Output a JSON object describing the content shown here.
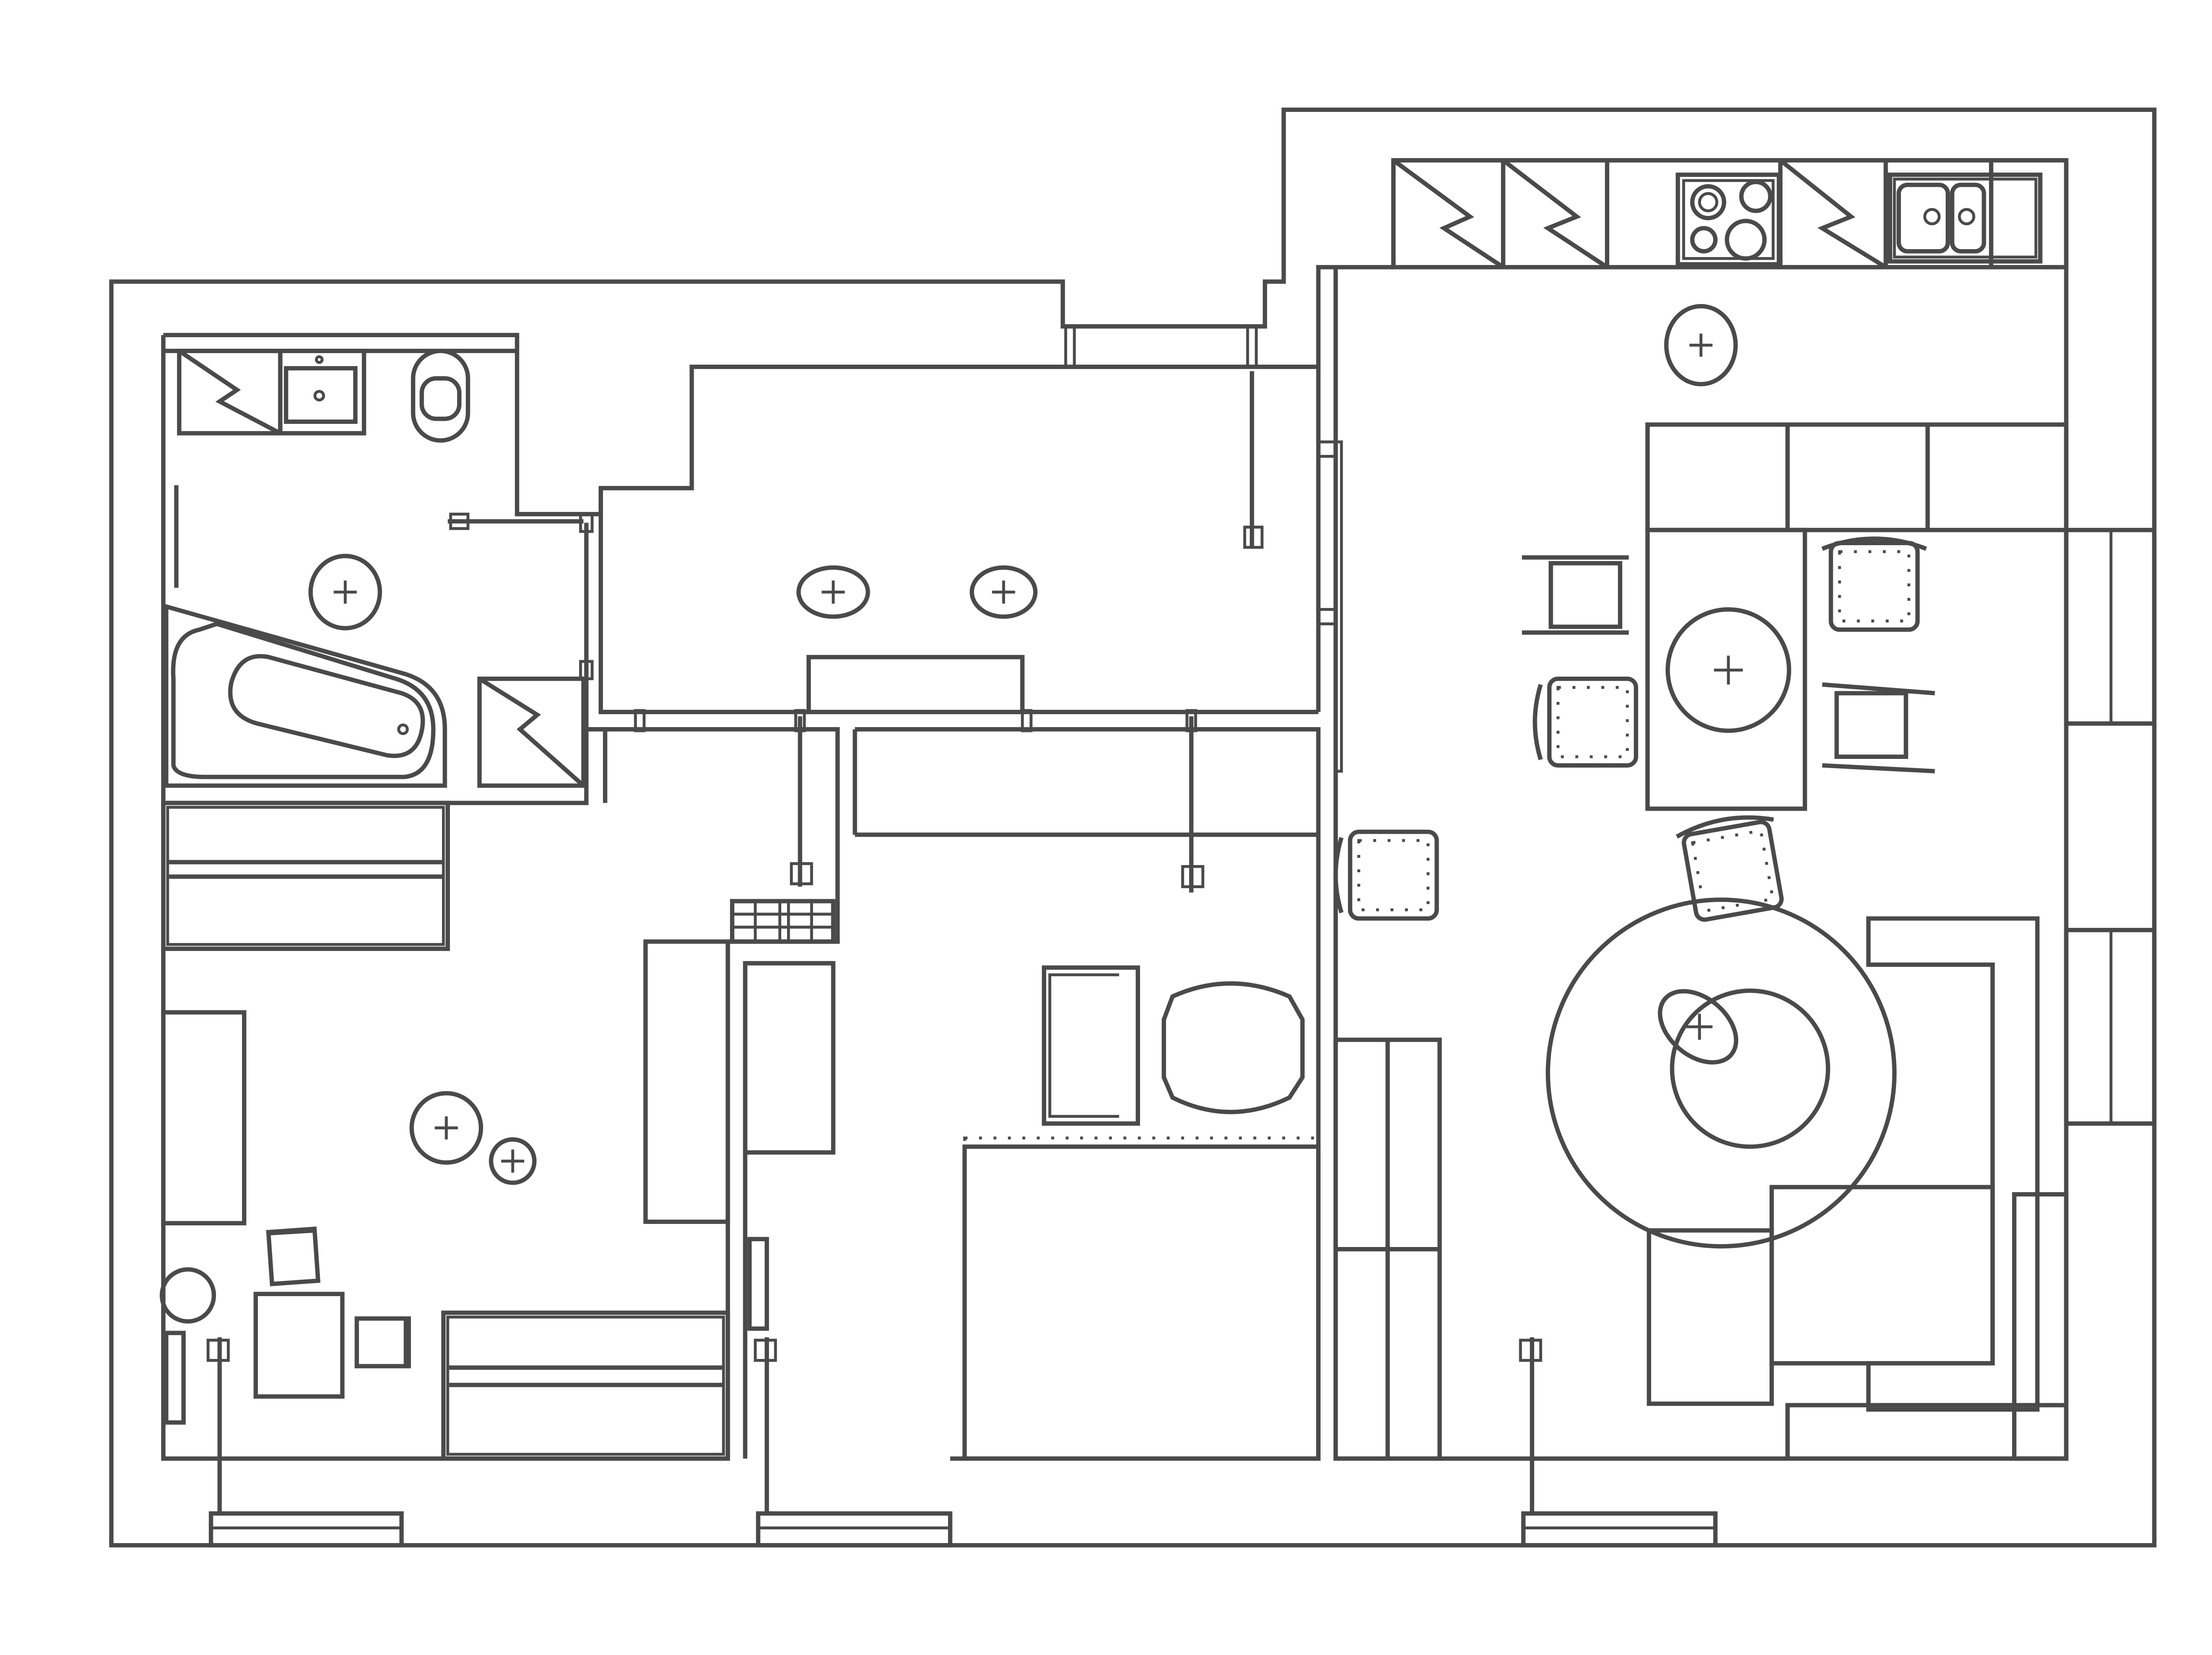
{
  "drawing": {
    "kind": "apartment-floor-plan",
    "style": "monochrome line drawing",
    "line_color": "#4a4a4a",
    "background": "#ffffff",
    "text_labels": []
  },
  "rooms": [
    {
      "id": "bathroom",
      "fixtures": [
        "bathtub",
        "washbasin",
        "toilet",
        "storage-cabinet",
        "ceiling-light"
      ]
    },
    {
      "id": "hallway",
      "fixtures": [
        "wardrobe",
        "ceiling-light",
        "ceiling-light"
      ]
    },
    {
      "id": "bedroom-left",
      "fixtures": [
        "bed",
        "bed",
        "desk",
        "chair",
        "shelf",
        "side-table",
        "round-stool",
        "ceiling-light",
        "ceiling-light"
      ]
    },
    {
      "id": "bedroom-middle",
      "fixtures": [
        "bed",
        "nightstand",
        "armchair",
        "wardrobe",
        "radiator"
      ]
    },
    {
      "id": "kitchen-living",
      "fixtures": [
        "kitchen-counter",
        "cooktop",
        "double-sink",
        "dining-table",
        "chair",
        "chair",
        "chair",
        "chair",
        "chair",
        "chair",
        "round-rug",
        "sofa",
        "coffee-table",
        "tv-cabinet",
        "ceiling-light",
        "ceiling-light"
      ]
    }
  ],
  "fixture_counts": {
    "doors": 8,
    "windows": 5,
    "ceiling_lights": 7,
    "chairs": 7
  }
}
